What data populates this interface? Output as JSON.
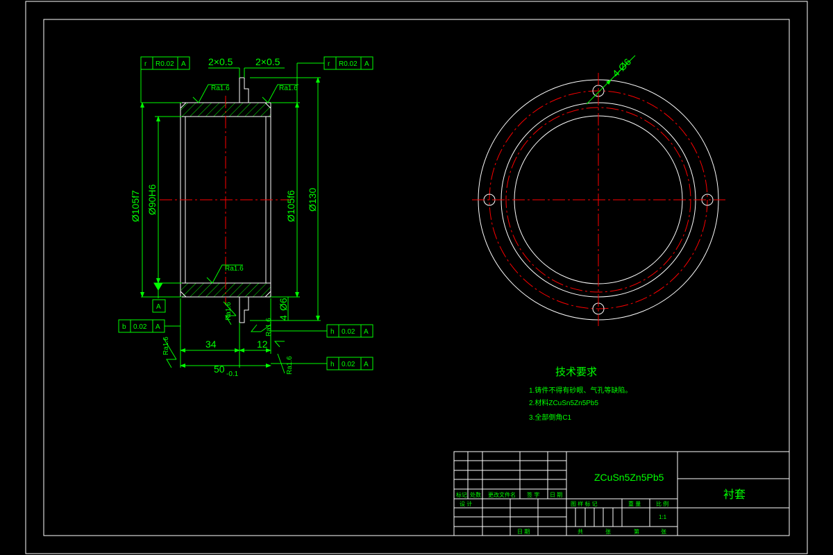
{
  "colors": {
    "background": "#000000",
    "frame": "#ffffff",
    "dimension": "#00ff00",
    "centerline": "#ff0000",
    "text": "#00ff00"
  },
  "section_view": {
    "top_left_tol": {
      "symbol": "r",
      "value": "R0.02",
      "datum": "A"
    },
    "top_right_tol": {
      "symbol": "r",
      "value": "R0.02",
      "datum": "A"
    },
    "groove_left": "2×0.5",
    "groove_right": "2×0.5",
    "roughness_1": "Ra1.6",
    "roughness_2": "Ra1.6",
    "roughness_3": "Ra1.6",
    "roughness_4": "Ra1.6",
    "roughness_5": "Ra1.6",
    "roughness_6": "Ra1.6",
    "roughness_7": "Ra1.6",
    "dim_outer_left": "Ø105f7",
    "dim_bore": "Ø90H6",
    "dim_outer_right": "Ø105f6",
    "dim_flange": "Ø130",
    "dim_flange_thick": "Ø6",
    "dim_step": "4",
    "datum_label": "A",
    "tol_left": {
      "symbol": "b",
      "value": "0.02",
      "datum": "A"
    },
    "tol_right_1": {
      "symbol": "h",
      "value": "0.02",
      "datum": "A"
    },
    "tol_right_2": {
      "symbol": "h",
      "value": "0.02",
      "datum": "A"
    },
    "dim_34": "34",
    "dim_12": "12",
    "dim_50": "50",
    "dim_50_tol": "-0.1"
  },
  "plan_view": {
    "hole_label": "4-Ø6"
  },
  "tech_req": {
    "title": "技术要求",
    "items": [
      "1.铸件不得有砂眼、气孔等缺陷。",
      "2.材料ZCuSn5Zn5Pb5",
      "3.全部倒角C1"
    ]
  },
  "title_block": {
    "material": "ZCuSn5Zn5Pb5",
    "part_name": "衬套",
    "cell_biaoji": "标记",
    "cell_chushu": "处数",
    "cell_genggai": "更改文件名",
    "cell_qianzi": "签 字",
    "cell_riqi": "日 期",
    "cell_sheji": "设 计",
    "cell_tuyang": "图 样 标 记",
    "cell_zhongliang": "重 量",
    "cell_bili": "比 例",
    "cell_scale": "1:1",
    "cell_riqi2": "日 期",
    "cell_gong": "共",
    "cell_zhang": "张",
    "cell_di": "第",
    "cell_zhang2": "张"
  }
}
